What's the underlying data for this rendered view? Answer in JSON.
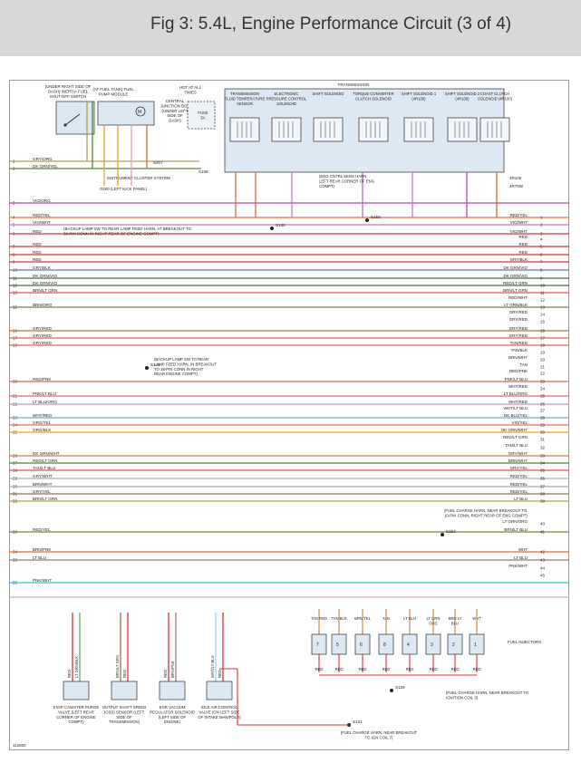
{
  "header": {
    "title": "Fig 3: 5.4L, Engine Performance Circuit (3 of 4)"
  },
  "figure_id": "112500",
  "wire_colors": {
    "RED": "#e03030",
    "RED/YEL": "#e86a2a",
    "GRY/RED": "#d06a4a",
    "DK GRN/YEL": "#4f8a2a",
    "VIO/ORG": "#c040b0",
    "VIO/WHT": "#c878c8",
    "GRY/BLK": "#777777",
    "DK GRN/VIO": "#4f6a4a",
    "RED/LT GRN": "#e85050",
    "BRN/LT GRN": "#8a7a40",
    "LT GRN/BLK": "#60b060",
    "BRN/ORG": "#c07030",
    "TAN/RED": "#d49060",
    "BRN/WHT": "#9a7050",
    "TAN/BLK": "#a09070",
    "BRN/LT BLU": "#8a8aa0",
    "TAN": "#d2b48c",
    "RED/PNK": "#e86080",
    "PNK/LT BLU": "#d090c0",
    "WHT/RED": "#e07070",
    "LT BLU/ORG": "#80a0d0",
    "WHT/LT BLU": "#a0d0f0",
    "ORG/YEL": "#f0a020",
    "DK BLU/YEL": "#4060a0",
    "VIO/YEL": "#b070c0",
    "ORG/BLK": "#d08040",
    "TAN/LT BLU": "#a0b0c0",
    "GRY/WHT": "#aaaaaa",
    "GRY/YEL": "#b0a050",
    "BRN/PNK": "#b07070",
    "LT BLU": "#30c0e0",
    "LT GRN/ORG": "#80c050",
    "WHT": "#aaaaaa",
    "PNK/WHT": "#e0a0c0",
    "BRN/YEL": "#b09030",
    "YEL/RED": "#e0a030"
  },
  "left_labels": [
    {
      "n": "1",
      "t": "GRY/ORG",
      "c": "GRY/YEL"
    },
    {
      "n": "2",
      "t": "DK GRN/YEL",
      "c": "DK GRN/YEL"
    },
    {
      "n": "3",
      "t": "VIO/ORG",
      "c": "VIO/ORG"
    },
    {
      "n": "4",
      "t": "RED/YEL",
      "c": "RED/YEL"
    },
    {
      "n": "5",
      "t": "VIO/WHT",
      "c": "VIO/WHT"
    },
    {
      "n": "6",
      "t": "RED",
      "c": "RED"
    },
    {
      "n": "7",
      "t": "RED",
      "c": "RED"
    },
    {
      "n": "8",
      "t": "RED",
      "c": "RED"
    },
    {
      "n": "9",
      "t": "RED",
      "c": "RED"
    },
    {
      "n": "10",
      "t": "GRY/BLK",
      "c": "GRY/BLK"
    },
    {
      "n": "11",
      "t": "DK GRN/VIO",
      "c": "DK GRN/VIO"
    },
    {
      "n": "12",
      "t": "DK GRN/VIO",
      "c": "DK GRN/VIO"
    },
    {
      "n": "13",
      "t": "BRN/LT GRN",
      "c": "BRN/LT GRN"
    },
    {
      "n": "15",
      "t": "BRN/ORG",
      "c": "BRN/ORG"
    },
    {
      "n": "16",
      "t": "GRY/RED",
      "c": "GRY/RED"
    },
    {
      "n": "17",
      "t": "GRY/RED",
      "c": "GRY/RED"
    },
    {
      "n": "19",
      "t": "GRY/RED",
      "c": "GRY/RED"
    },
    {
      "n": "20",
      "t": "RED/PNK",
      "c": "RED/PNK"
    },
    {
      "n": "21",
      "t": "PNK/LT BLU",
      "c": "PNK/LT BLU"
    },
    {
      "n": "22",
      "t": "LT BLU/ORG",
      "c": "LT BLU/ORG"
    },
    {
      "n": "23",
      "t": "WHT/RED",
      "c": "WHT/RED"
    },
    {
      "n": "24",
      "t": "ORG/YEL",
      "c": "ORG/YEL"
    },
    {
      "n": "25",
      "t": "ORG/BLK",
      "c": "ORG/BLK"
    },
    {
      "n": "26",
      "t": "DK GRN/WHT",
      "c": "DK GRN/YEL"
    },
    {
      "n": "27",
      "t": "RED/LT GRN",
      "c": "RED/LT GRN"
    },
    {
      "n": "28",
      "t": "TAN/LT BLU",
      "c": "TAN/LT BLU"
    },
    {
      "n": "29",
      "t": "GRY/WHT",
      "c": "GRY/WHT"
    },
    {
      "n": "30",
      "t": "BRN/WHT",
      "c": "BRN/WHT"
    },
    {
      "n": "31",
      "t": "GRY/YEL",
      "c": "GRY/YEL"
    },
    {
      "n": "32",
      "t": "BRN/LT GRN",
      "c": "BRN/LT GRN"
    },
    {
      "n": "33",
      "t": "RED/YEL",
      "c": "RED/YEL"
    },
    {
      "n": "34",
      "t": "BRN/PNK",
      "c": "BRN/PNK"
    },
    {
      "n": "35",
      "t": "LT BLU",
      "c": "LT BLU"
    },
    {
      "n": "36",
      "t": "PNK/WHT",
      "c": "PNK/WHT"
    }
  ],
  "right_labels": [
    {
      "n": "1",
      "t": "RED/YEL"
    },
    {
      "n": "2",
      "t": "VIO/WHT"
    },
    {
      "n": "3",
      "t": "VIO/WHT"
    },
    {
      "n": "4",
      "t": "RED"
    },
    {
      "n": "5",
      "t": "RED"
    },
    {
      "n": "6",
      "t": "RED"
    },
    {
      "n": "7",
      "t": "GRY/BLK"
    },
    {
      "n": "8",
      "t": "DK GRN/VIO"
    },
    {
      "n": "9",
      "t": "DK GRN/VIO"
    },
    {
      "n": "10",
      "t": "RED/LT GRN"
    },
    {
      "n": "11",
      "t": "BRN/LT GRN"
    },
    {
      "n": "12",
      "t": "RED/WHT"
    },
    {
      "n": "13",
      "t": "LT GRN/BLK"
    },
    {
      "n": "14",
      "t": "GRY/RED"
    },
    {
      "n": "15",
      "t": "GRY/RED"
    },
    {
      "n": "16",
      "t": "GRY/RED"
    },
    {
      "n": "17",
      "t": "GRY/RED"
    },
    {
      "n": "18",
      "t": "TAN/RED"
    },
    {
      "n": "19",
      "t": "TAN/BLK"
    },
    {
      "n": "20",
      "t": "BRN/WHT"
    },
    {
      "n": "21",
      "t": "TAN"
    },
    {
      "n": "22",
      "t": "RED/PNK"
    },
    {
      "n": "23",
      "t": "PNK/LT BLU"
    },
    {
      "n": "24",
      "t": "WHT/RED"
    },
    {
      "n": "25",
      "t": "LT BLU/ORG"
    },
    {
      "n": "26",
      "t": "WHT/RED"
    },
    {
      "n": "27",
      "t": "WHT/LT BLU"
    },
    {
      "n": "28",
      "t": "DK BLU/YEL"
    },
    {
      "n": "29",
      "t": "VIO/YEL"
    },
    {
      "n": "30",
      "t": "DK GRN/WHT"
    },
    {
      "n": "31",
      "t": "RED/LT GRN"
    },
    {
      "n": "32",
      "t": "TAN/LT BLU"
    },
    {
      "n": "33",
      "t": "GRY/WHT"
    },
    {
      "n": "34",
      "t": "BRN/WHT"
    },
    {
      "n": "35",
      "t": "GRY/YEL"
    },
    {
      "n": "36",
      "t": "RED/YEL"
    },
    {
      "n": "37",
      "t": "RED/YEL"
    },
    {
      "n": "38",
      "t": "RED/YEL"
    },
    {
      "n": "39",
      "t": "LT BLU"
    },
    {
      "n": "40",
      "t": "LT GRN/ORG"
    },
    {
      "n": "41",
      "t": "BRN/LT BLU"
    },
    {
      "n": "42",
      "t": "WHT"
    },
    {
      "n": "43",
      "t": "LT BLU"
    },
    {
      "n": "44",
      "t": "PNK/WHT"
    },
    {
      "n": "45",
      "t": ""
    }
  ],
  "top_components": {
    "inertia": "(UNDER RIGHT SIDE OF DASH) INERTIA FUEL SHUT-OFF SWITCH",
    "fpm": "(AT FUEL TANK) FUEL PUMP MODULE",
    "hot": "HOT AT ALL TIMES",
    "cjb": "CENTRAL JUNCTION BOX (UNDER LEFT SIDE OF DASH)",
    "fuse": "FUSE 5A",
    "transmission": "TRANSMISSION",
    "trans_parts": [
      "TRANSMISSION FLUID TEMPERATURE SENSOR",
      "ELECTRONIC PRESSURE CONTROL SOLENOID",
      "SHIFT SOLENOID",
      "TORQUE CONVERTER CLUTCH SOLENOID",
      "SHIFT SOLENOID 1 (4R100)",
      "SHIFT SOLENOID 2 (4R100)",
      "COAST CLUTCH SOLENOID (4R100)"
    ],
    "icluster": "INSTRUMENT CLUSTER SYSTEM",
    "g200": "G200 (LEFT KICK PANEL)",
    "s207": "S207",
    "s158": "S158",
    "r4r100": "4R100",
    "r4r70w": "4R70W"
  },
  "splices": {
    "s140": "S140",
    "s141": "S141",
    "s153": "S153",
    "s154": "S154",
    "s129": "S129",
    "s131": "S131",
    "backup_lamp_1": "(BACKUP LAMP SW TO REAR LAMP FEED HARN, AT BREAKOUT TO 38-PIN CONN IN RIGHT REAR OF ENGINE COMPT)",
    "eng_cntrl": "(ENG CNTRL SENS HARN, LEFT REAR CORNER OF ENG COMPT)",
    "backup_lamp_2": "(BACKUP LAMP SW TO REAR LAMP FEED HARN, IN BREAKOUT TO 38-PIN CONN IN RIGHT REAR ENGINE COMPT)",
    "fuel_charge_1": "(FUEL CHARGE HARN, NEAR BREAKOUT TO 10-PIN CONN, RIGHT REAR OF ENG COMPT)",
    "fuel_charge_2": "(FUEL CHARGE HARN, NEAR BREAKOUT TO IGNITION COIL 3)",
    "fuel_charge_3": "(FUEL CHARGE HARN, NEAR BREAKOUT TO IGN COIL 7)"
  },
  "bottom_components": [
    {
      "wires": [
        "RED",
        "LT GRN/BLK"
      ],
      "label": "EVAP CANISTER PURGE VALVE (LEFT REAR CORNER OF ENGINE COMPT)"
    },
    {
      "wires": [
        "BRN/LT GRN",
        "RED"
      ],
      "label": "OUTPUT SHAFT SPEED (OSS) SENSOR (LEFT SIDE OF TRANSMISSION)"
    },
    {
      "wires": [
        "RED",
        "BRN/PNK"
      ],
      "label": "EGR VACUUM REGULATOR SOLENOID (LEFT SIDE OF ENGINE)"
    },
    {
      "wires": [
        "WHT/LT BLU",
        "RED"
      ],
      "label": "IDLE AIR CONTROL VALVE (ON LEFT SIDE OF INTAKE MANIFOLD)"
    }
  ],
  "injectors": {
    "label": "FUEL INJECTORS",
    "nums": [
      "7",
      "5",
      "6",
      "8",
      "4",
      "3",
      "2",
      "1"
    ],
    "top_wires": [
      "TAN RED",
      "TAN BLK",
      "BRN YEL",
      "TAN",
      "LT BLU",
      "LT GRN ORG",
      "BRN LT BLU",
      "WHT"
    ],
    "bottom_wire": "RED"
  }
}
